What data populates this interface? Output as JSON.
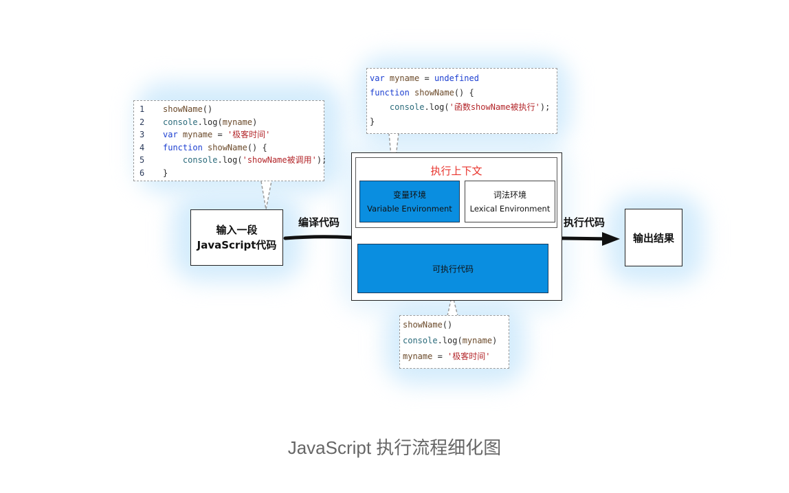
{
  "input_code": {
    "lines": [
      {
        "n": "1",
        "parts": [
          {
            "t": "showName",
            "c": "fn"
          },
          {
            "t": "()",
            "c": "pl"
          }
        ]
      },
      {
        "n": "2",
        "parts": [
          {
            "t": "console",
            "c": "cs"
          },
          {
            "t": ".log(",
            "c": "pl"
          },
          {
            "t": "myname",
            "c": "fn"
          },
          {
            "t": ")",
            "c": "pl"
          }
        ]
      },
      {
        "n": "3",
        "parts": [
          {
            "t": "var ",
            "c": "kw"
          },
          {
            "t": "myname",
            "c": "fn"
          },
          {
            "t": " = ",
            "c": "pl"
          },
          {
            "t": "'极客时间'",
            "c": "str"
          }
        ]
      },
      {
        "n": "4",
        "parts": [
          {
            "t": "function ",
            "c": "kw"
          },
          {
            "t": "showName",
            "c": "fn"
          },
          {
            "t": "() {",
            "c": "pl"
          }
        ]
      },
      {
        "n": "5",
        "parts": [
          {
            "t": "    console",
            "c": "cs"
          },
          {
            "t": ".log(",
            "c": "pl"
          },
          {
            "t": "'showName被调用'",
            "c": "str"
          },
          {
            "t": ");",
            "c": "pl"
          }
        ]
      },
      {
        "n": "6",
        "parts": [
          {
            "t": "}",
            "c": "pl"
          }
        ]
      }
    ]
  },
  "var_env_code": {
    "lines": [
      {
        "parts": [
          {
            "t": "var ",
            "c": "kw"
          },
          {
            "t": "myname",
            "c": "fn"
          },
          {
            "t": " = ",
            "c": "pl"
          },
          {
            "t": "undefined",
            "c": "kw"
          }
        ]
      },
      {
        "parts": [
          {
            "t": "function ",
            "c": "kw"
          },
          {
            "t": "showName",
            "c": "fn"
          },
          {
            "t": "() {",
            "c": "pl"
          }
        ]
      },
      {
        "parts": [
          {
            "t": "    console",
            "c": "cs"
          },
          {
            "t": ".log(",
            "c": "pl"
          },
          {
            "t": "'函数showName被执行'",
            "c": "str"
          },
          {
            "t": ");",
            "c": "pl"
          }
        ]
      },
      {
        "parts": [
          {
            "t": "}",
            "c": "pl"
          }
        ]
      }
    ]
  },
  "exec_code": {
    "lines": [
      {
        "parts": [
          {
            "t": "showName",
            "c": "fn"
          },
          {
            "t": "()",
            "c": "pl"
          }
        ]
      },
      {
        "parts": [
          {
            "t": "console",
            "c": "cs"
          },
          {
            "t": ".log(",
            "c": "pl"
          },
          {
            "t": "myname",
            "c": "fn"
          },
          {
            "t": ")",
            "c": "pl"
          }
        ]
      },
      {
        "parts": [
          {
            "t": "myname",
            "c": "fn"
          },
          {
            "t": " = ",
            "c": "pl"
          },
          {
            "t": "'极客时间'",
            "c": "str"
          }
        ]
      }
    ]
  },
  "input_box": {
    "line1": "输入一段",
    "line2": "JavaScript代码"
  },
  "compile_label": "编译代码",
  "exec_label": "执行代码",
  "context": {
    "title": "执行上下文",
    "var_env": {
      "cn": "变量环境",
      "en": "Variable Environment"
    },
    "lex_env": {
      "cn": "词法环境",
      "en": "Lexical Environment"
    },
    "executable": "可执行代码"
  },
  "output_box": "输出结果",
  "caption": "JavaScript 执行流程细化图",
  "colors": {
    "accent_blue": "#0a8ee0",
    "title_red": "#e8332c",
    "glow": "#d4ecfc"
  }
}
